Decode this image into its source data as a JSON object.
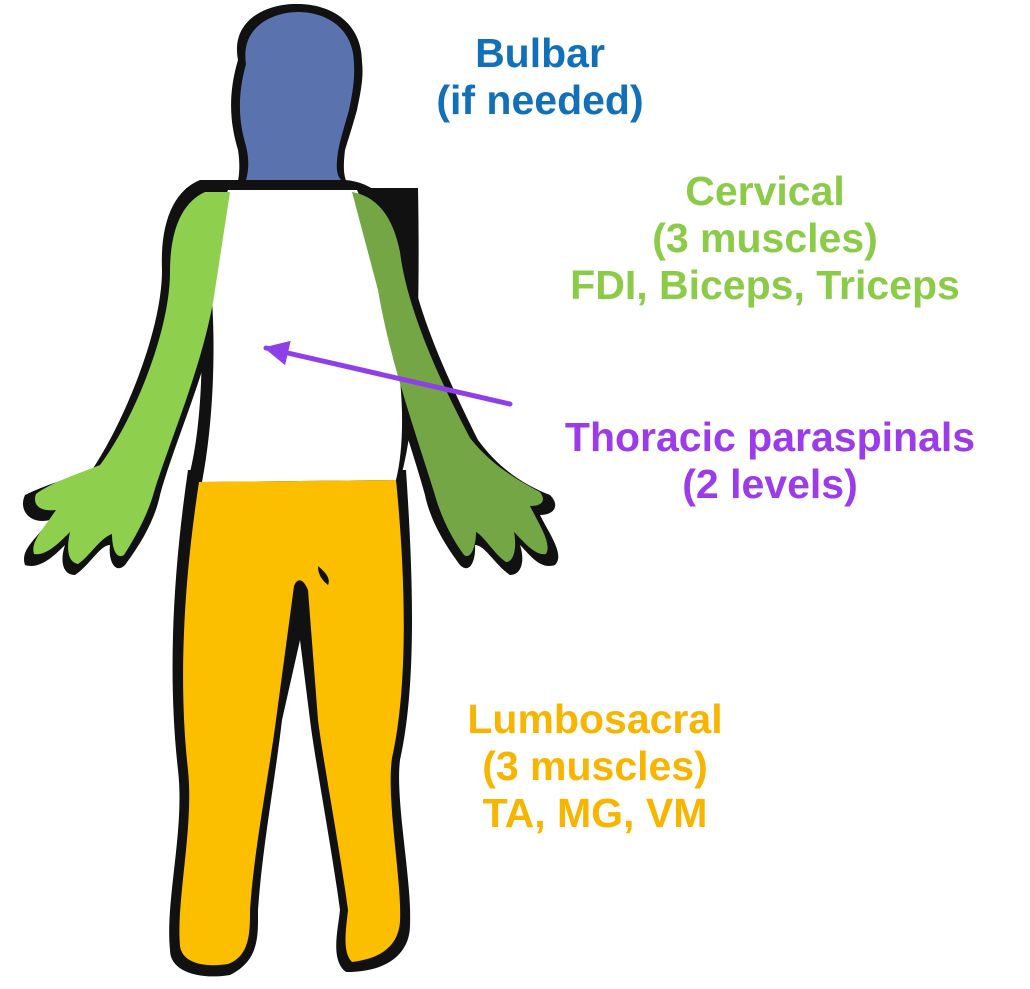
{
  "regions": {
    "bulbar": {
      "lines": [
        "Bulbar",
        "(if needed)"
      ],
      "text_color": "#1270B8",
      "fill_color": "#5A73AE"
    },
    "cervical": {
      "lines": [
        "Cervical",
        "(3 muscles)",
        "FDI, Biceps, Triceps"
      ],
      "text_color": "#8CCB48",
      "fill_color": "#8ECF4D",
      "fill_color_right_arm": "#74A645"
    },
    "thoracic": {
      "lines": [
        "Thoracic paraspinals",
        "(2 levels)"
      ],
      "text_color": "#9B3BEA",
      "arrow_color": "#8E3FE8",
      "fill_color": "#FFFFFF"
    },
    "lumbosacral": {
      "lines": [
        "Lumbosacral",
        "(3 muscles)",
        "TA, MG, VM"
      ],
      "text_color": "#F7B500",
      "fill_color": "#FCBF00"
    }
  },
  "outline_color": "#111111"
}
